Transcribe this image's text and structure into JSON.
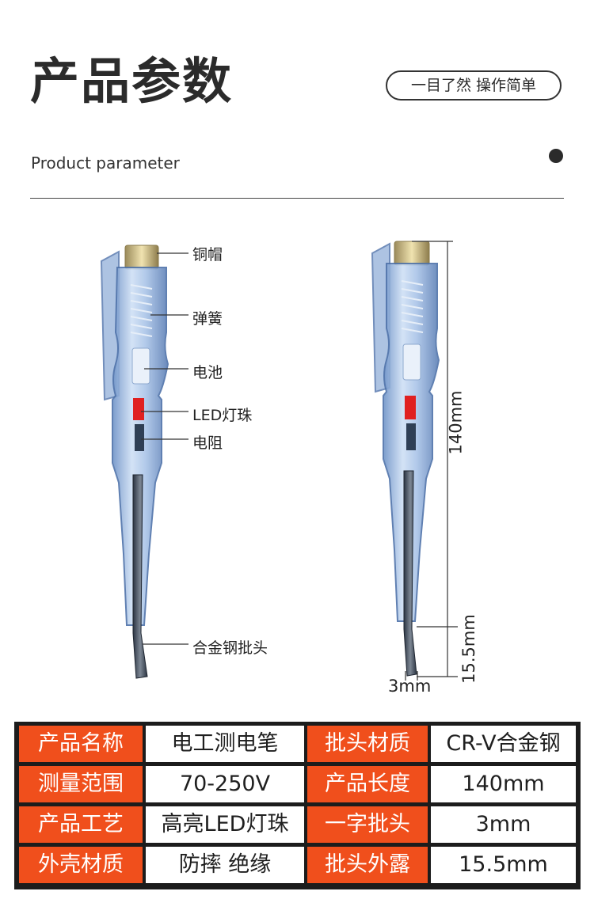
{
  "header": {
    "title": "产品参数",
    "tagline": "一目了然 操作简单",
    "subtitle": "Product parameter"
  },
  "callouts": {
    "cap": "铜帽",
    "spring": "弹簧",
    "battery": "电池",
    "led": "LED灯珠",
    "resistor": "电阻",
    "tip": "合金钢批头"
  },
  "dimensions": {
    "total_length": "140mm",
    "tip_exposed": "15.5mm",
    "tip_width": "3mm"
  },
  "specs": [
    {
      "key1": "产品名称",
      "val1": "电工测电笔",
      "key2": "批头材质",
      "val2": "CR-V合金钢"
    },
    {
      "key1": "测量范围",
      "val1": "70-250V",
      "key2": "产品长度",
      "val2": "140mm"
    },
    {
      "key1": "产品工艺",
      "val1": "高亮LED灯珠",
      "key2": "一字批头",
      "val2": "3mm"
    },
    {
      "key1": "外壳材质",
      "val1": "防摔 绝缘",
      "key2": "批头外露",
      "val2": "15.5mm"
    }
  ],
  "colors": {
    "accent": "#f04f1c",
    "pen_body": "#a9c3e6",
    "pen_dark": "#2f3f55",
    "cap_gold": "#d8b85a",
    "led_red": "#e02020"
  }
}
